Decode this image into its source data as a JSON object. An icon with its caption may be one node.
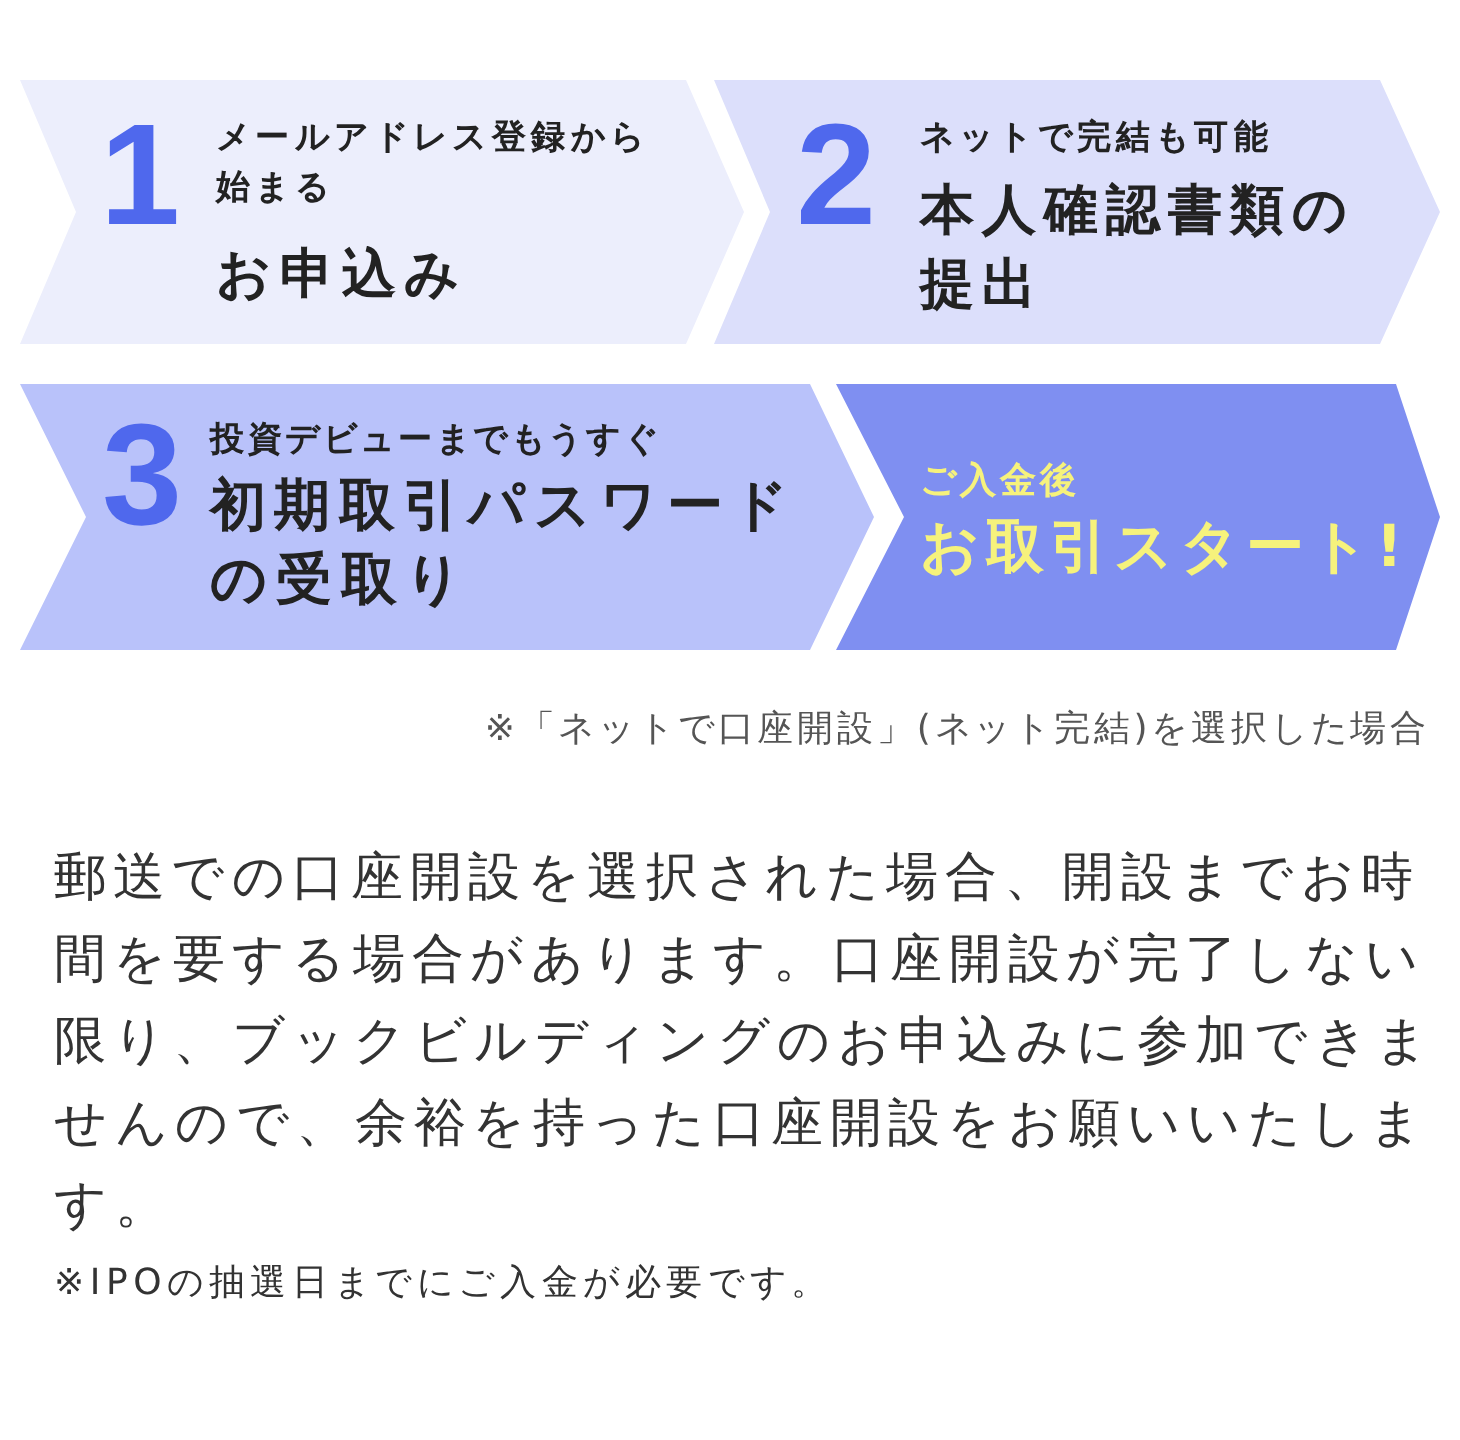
{
  "diagram": {
    "nodes": [
      {
        "text": [
          "1",
          "メールアドレス登録から始まる",
          "お申込み"
        ]
      },
      {
        "text": [
          "2",
          "ネットで完結も可能",
          "本人確認書類の提出"
        ]
      },
      {
        "text": [
          "3",
          "投資デビューまでもうすぐ",
          "初期取引パスワードの受取り"
        ]
      },
      {
        "text": [
          "ご入金後",
          "お取引スタート!"
        ]
      }
    ],
    "labels": [
      "※「ネットで口座開設」(ネット完結)を選択した場合",
      "郵送での口座開設を選択された場合、開設までお時間を要する場合があります。口座開設が完了しない限り、ブックビルディングのお申込みに参加できませんので、余裕を持った口座開設をお願いいたします。",
      "※IPOの抽選日までにご入金が必要です。"
    ]
  }
}
